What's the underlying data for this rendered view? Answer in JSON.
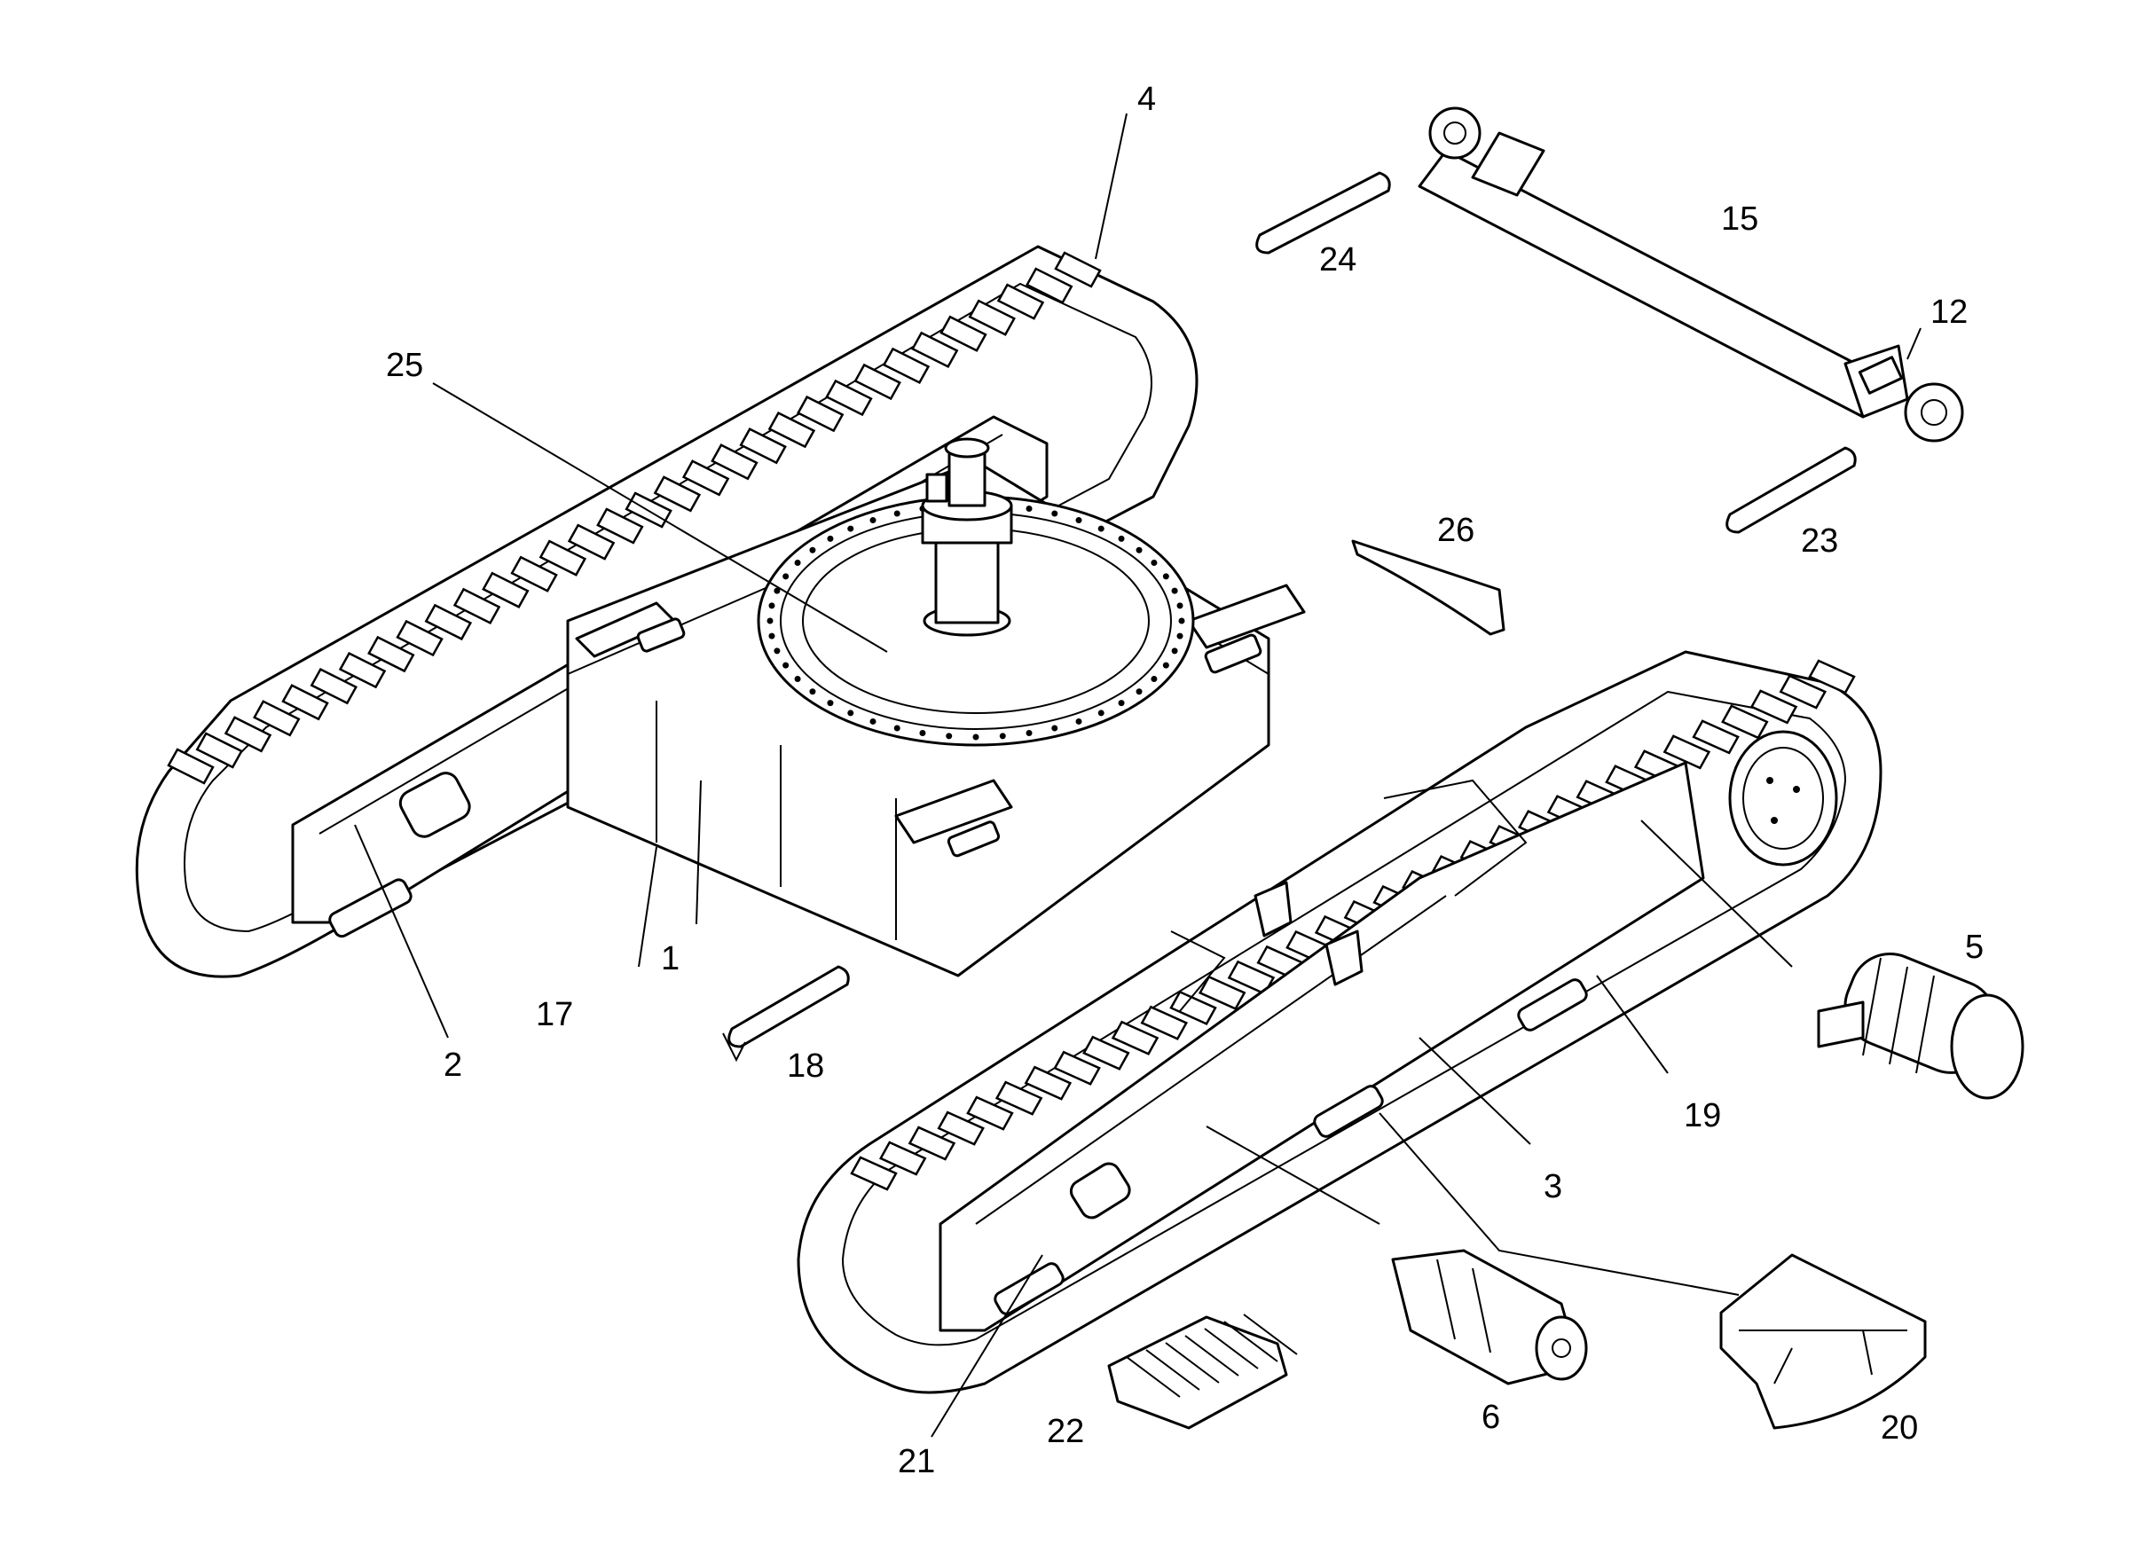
{
  "diagram": {
    "callouts": [
      {
        "id": "c1",
        "text": "1"
      },
      {
        "id": "c2",
        "text": "2"
      },
      {
        "id": "c3",
        "text": "3"
      },
      {
        "id": "c4",
        "text": "4"
      },
      {
        "id": "c5",
        "text": "5"
      },
      {
        "id": "c6",
        "text": "6"
      },
      {
        "id": "c12",
        "text": "12"
      },
      {
        "id": "c15",
        "text": "15"
      },
      {
        "id": "c17",
        "text": "17"
      },
      {
        "id": "c18",
        "text": "18"
      },
      {
        "id": "c19",
        "text": "19"
      },
      {
        "id": "c20",
        "text": "20"
      },
      {
        "id": "c21",
        "text": "21"
      },
      {
        "id": "c22",
        "text": "22"
      },
      {
        "id": "c23",
        "text": "23"
      },
      {
        "id": "c24",
        "text": "24"
      },
      {
        "id": "c25",
        "text": "25"
      },
      {
        "id": "c26",
        "text": "26"
      }
    ]
  }
}
